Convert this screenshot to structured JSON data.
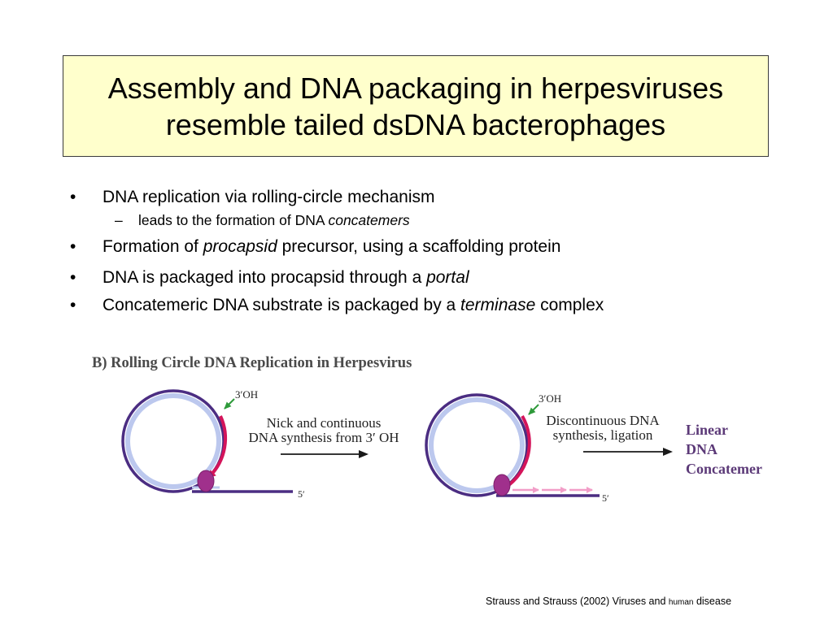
{
  "title": {
    "line1": "Assembly and DNA packaging in herpesviruses",
    "line2": "resemble tailed dsDNA bacterophages"
  },
  "bullets": {
    "dot": "•",
    "dash": "–",
    "b1": "DNA replication via rolling-circle mechanism",
    "b1_sub_plain": "leads to the formation of DNA ",
    "b1_sub_italic": "concatemers",
    "b2_a": "Formation of ",
    "b2_italic": "procapsid",
    "b2_b": " precursor, using a scaffolding protein",
    "b3_a": "DNA is packaged into procapsid through a ",
    "b3_italic": "portal",
    "b4_a": "Concatemeric DNA substrate is packaged by a ",
    "b4_italic": "terminase",
    "b4_b": " complex"
  },
  "figure": {
    "title": "B) Rolling Circle DNA Replication in Herpesvirus",
    "left_3oh": "3′OH",
    "left_5": "5′",
    "step1_line1": "Nick and continuous",
    "step1_line2": "DNA synthesis from 3′ OH",
    "right_3oh": "3′OH",
    "right_5": "5′",
    "step2_line1": "Discontinuous DNA",
    "step2_line2": "synthesis, ligation",
    "result_line1": "Linear",
    "result_line2": "DNA",
    "result_line3": "Concatemer",
    "colors": {
      "dna_outer": "#4b2d82",
      "dna_inner": "#bcc8ee",
      "new_strand": "#d4145a",
      "polymerase": "#a0308c",
      "fragments": "#f29ec8",
      "nick_arrow": "#2e9a3a",
      "result_text": "#5c3a78"
    }
  },
  "citation": {
    "part1": "Strauss and Strauss (2002) Viruses and ",
    "small": "human",
    "part2": " disease"
  }
}
